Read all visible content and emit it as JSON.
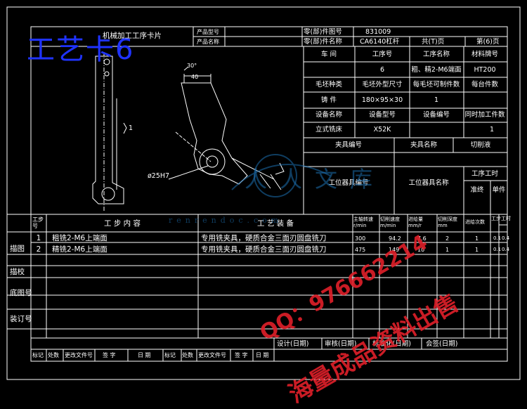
{
  "title": {
    "big_overlay": "工艺卡6",
    "card_name": "机械加工工序卡片"
  },
  "header": {
    "product_model_label": "产品型号",
    "product_name_label": "产品名称",
    "part_no_label": "零(部)件图号",
    "part_no_value": "831009",
    "part_name_label": "零(部)件名称",
    "part_name_value": "CA6140杠杆",
    "total_pages_label": "共(T)页",
    "page_label": "第(6)页"
  },
  "process_info": {
    "headers_row1": [
      "车  间",
      "工序号",
      "工序名称",
      "材料牌号"
    ],
    "values_row1": [
      "",
      "6",
      "粗、精2-M6端面",
      "HT200"
    ],
    "headers_row2": [
      "毛坯种类",
      "毛坯外型尺寸",
      "每毛坯可制件数",
      "每台件数"
    ],
    "values_row2": [
      "铸  件",
      "180×95×30",
      "1",
      ""
    ],
    "headers_row3": [
      "设备名称",
      "设备型号",
      "设备编号",
      "同时加工件数"
    ],
    "values_row3": [
      "立式铣床",
      "X52K",
      "",
      "1"
    ],
    "fixture_headers": [
      "夹具编号",
      "夹具名称",
      "切削液"
    ],
    "station_tool_no": "工位器具编号",
    "station_tool_name": "工位器具名称",
    "time_label": "工序工时",
    "time_sub": [
      "准终",
      "单件"
    ]
  },
  "drawing": {
    "dim_40": "40",
    "dim_angle": "30°",
    "dim_dia": "ø25H7",
    "mark_1": "1"
  },
  "steps_table": {
    "col_no": "工步号",
    "col_content": "工  步  内  容",
    "col_equipment": "工  艺  装  备",
    "col_spindle": "主轴转速 r/min",
    "col_cut_speed": "切削速度 m/min",
    "col_feed": "进给量 mm/r",
    "col_depth": "切削深度 mm",
    "col_passes": "进给次数",
    "col_hours": "工步工时",
    "rows": [
      {
        "no": "1",
        "content": "粗铣2-M6上端面",
        "equip": "专用铣夹具，硬质合金三面刃圆盘铣刀",
        "spindle": "300",
        "cut": "94.2",
        "feed": "7.6",
        "depth": "2",
        "passes": "1",
        "h1": "0.1",
        "h2": "0.4"
      },
      {
        "no": "2",
        "content": "精铣2-M6上端面",
        "equip": "专用铣夹具，硬质合金三面刃圆盘铣刀",
        "spindle": "475",
        "cut": "149",
        "feed": "10",
        "depth": "1",
        "passes": "1",
        "h1": "0.1",
        "h2": "0.4"
      }
    ]
  },
  "side_labels": [
    "描图",
    "描校",
    "底图号",
    "装订号"
  ],
  "signatures": {
    "design": "设计(日期)",
    "review": "审核(日期)",
    "standard": "标准化(日期)",
    "approve": "会签(日期)",
    "bottom": [
      "标记",
      "处数",
      "更改文件号",
      "签  字",
      "日  期",
      "标记",
      "处数",
      "更改文件号",
      "签  字",
      "日  期"
    ]
  },
  "watermarks": {
    "qq": "QQ：976662214",
    "sale": "海量成品资料出售",
    "site_logo": "人人文库",
    "site_url": "renrendoc.com"
  },
  "colors": {
    "line": "#ffffff",
    "red_mark": "#e0202a",
    "blue_mark": "#1f33ff"
  }
}
